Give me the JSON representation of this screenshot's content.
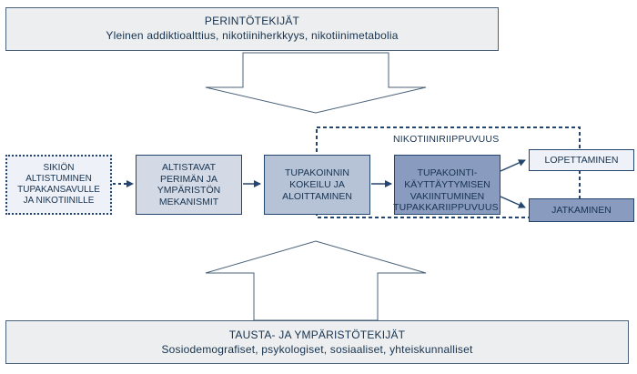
{
  "top_box": {
    "title": "PERINTÖTEKIJÄT",
    "subtitle": "Yleinen addiktioalttius, nikotiiniherkkyys, nikotiinimetabolia"
  },
  "bottom_box": {
    "title": "TAUSTA- JA YMPÄRISTÖTEKIJÄT",
    "subtitle": "Sosiodemografiset, psykologiset, sosiaaliset, yhteiskunnalliset"
  },
  "nodes": {
    "fetal_exposure": [
      "SIKIÖN",
      "ALTISTUMINEN",
      "TUPAKANSAVULLE",
      "JA NIKOTIINILLE"
    ],
    "mechanisms": [
      "ALTISTAVAT",
      "PERIMÄN JA",
      "YMPÄRISTÖN",
      "MEKANISMIT"
    ],
    "initiation": [
      "TUPAKOINNIN",
      "KOKEILU JA",
      "ALOITTAMINEN"
    ],
    "establishment": [
      "TUPAKOINTI-",
      "KÄYTTÄYTYMISEN",
      "VAKIINTUMINEN"
    ],
    "quitting": "LOPETTAMINEN",
    "continuing": "JATKAMINEN"
  },
  "labels": {
    "nicotine_dependence": "NIKOTIINIRIIPPUVUUS",
    "tobacco_dependence": "TUPAKKARIIPPUVUUS"
  },
  "colors": {
    "dark_blue": "#24466e",
    "text": "#16324f",
    "grey_fill": "#eceeef",
    "light_fill": "#d3dae6",
    "mid_fill": "#b6c3d7",
    "dark_fill": "#8a9bc0",
    "pale_fill": "#eef1f7"
  }
}
